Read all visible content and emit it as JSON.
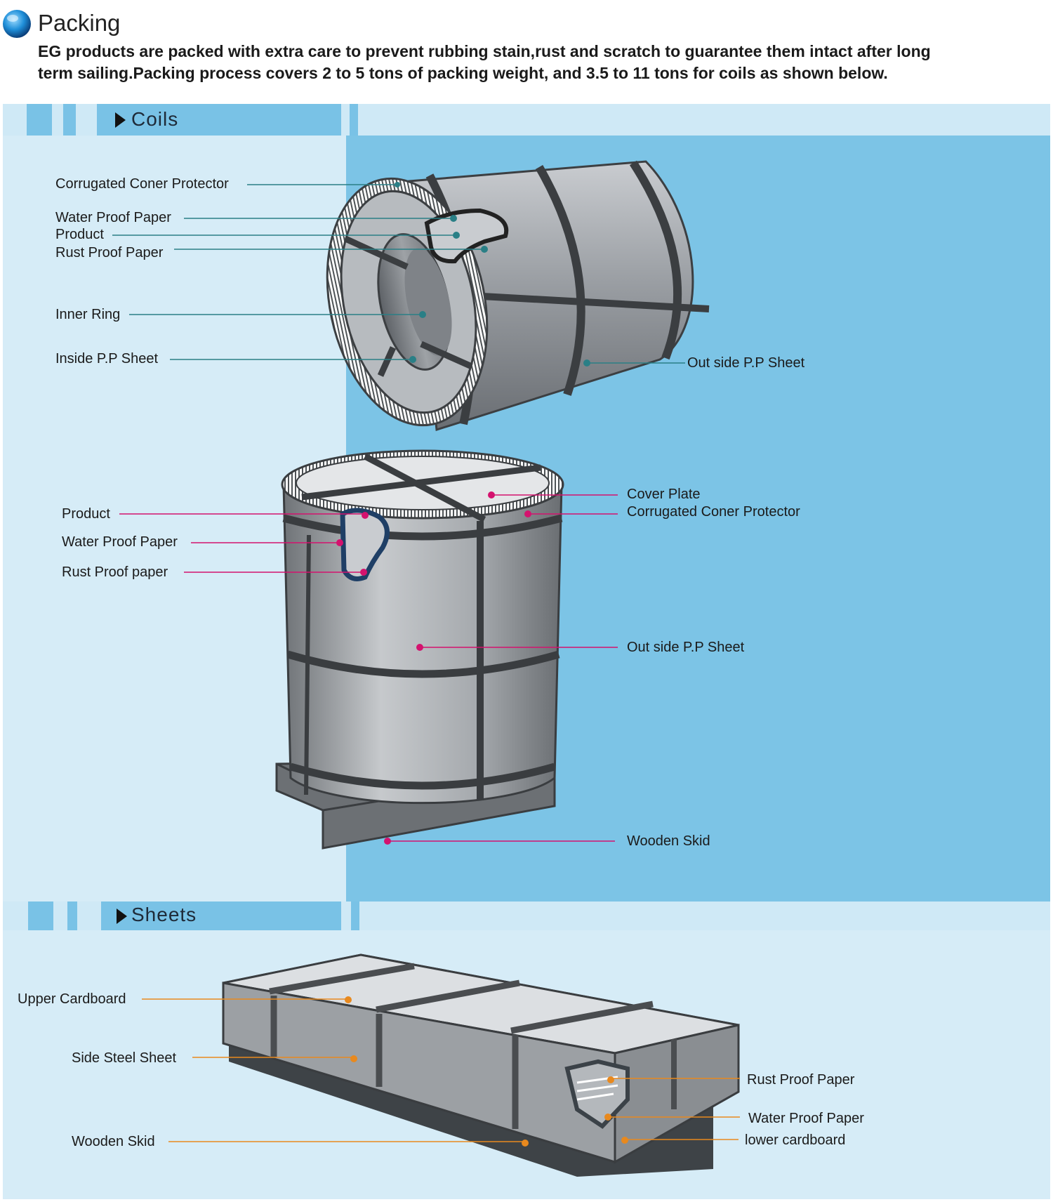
{
  "header": {
    "title": "Packing",
    "description_line1": "EG products are packed with extra care to prevent rubbing stain,rust and scratch to guarantee them intact after long",
    "description_line2": "term sailing.Packing process covers 2 to 5 tons of packing weight,   and 3.5 to 11 tons for coils as shown below."
  },
  "colors": {
    "panel_light": "#d6ecf7",
    "panel_blue": "#7cc4e6",
    "tab_blue": "#79c2e6",
    "coil_leader": "#2a7f86",
    "vertical_leader": "#d4126e",
    "sheet_leader": "#e8891e"
  },
  "coils": {
    "tab_label": "Coils",
    "horizontal_labels": {
      "corrugated": "Corrugated Coner Protector",
      "water_proof": "Water Proof Paper",
      "product": "Product",
      "rust_proof": "Rust Proof Paper",
      "inner_ring": "Inner Ring",
      "inside_pp": "Inside P.P Sheet",
      "outside_pp": "Out side P.P Sheet"
    },
    "vertical_labels": {
      "product": "Product",
      "water_proof": "Water Proof Paper",
      "rust_proof": "Rust Proof paper",
      "cover_plate": "Cover Plate",
      "corrugated": "Corrugated Coner Protector",
      "outside_pp": "Out side P.P Sheet",
      "wooden_skid": "Wooden Skid"
    }
  },
  "sheets": {
    "tab_label": "Sheets",
    "labels": {
      "upper_cardboard": "Upper Cardboard",
      "side_steel": "Side Steel Sheet",
      "wooden_skid": "Wooden Skid",
      "rust_proof": "Rust Proof Paper",
      "water_proof": "Water Proof Paper",
      "lower_cardboard": "lower cardboard"
    }
  }
}
